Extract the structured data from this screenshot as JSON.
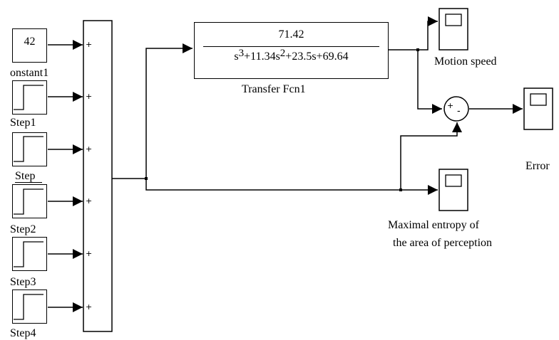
{
  "blocks": {
    "constant": {
      "value": "42",
      "label": "onstant1"
    },
    "steps": [
      "Step1",
      "Step",
      "Step2",
      "Step3",
      "Step4"
    ],
    "transfer_fcn": {
      "numerator": "71.42",
      "den_p1": "s",
      "den_e1": "3",
      "den_p2": "+11.34s",
      "den_e2": "2",
      "den_p3": "+23.5s+69.64",
      "label": "Transfer Fcn1"
    },
    "sum_signs": {
      "left": "+",
      "bottom": "-"
    },
    "scope_motion": {
      "label": "Motion speed"
    },
    "scope_error": {
      "label": "Error"
    },
    "scope_entropy": {
      "label_line1": "Maximal entropy of",
      "label_line2": "the area of perception"
    },
    "mux_input_sign": "+"
  },
  "colors": {
    "line": "#000000",
    "background": "#ffffff"
  }
}
